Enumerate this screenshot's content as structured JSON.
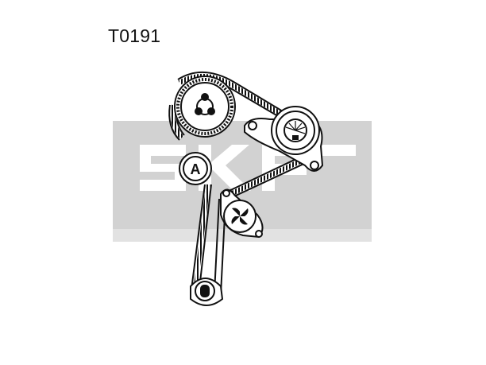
{
  "header": {
    "part_number": "T0191"
  },
  "logo": {
    "text": "SKF",
    "color": "#cfcfcf"
  },
  "diagram": {
    "components": [
      {
        "id": "camshaft-sprocket"
      },
      {
        "id": "belt-tensioner-roller"
      },
      {
        "id": "idler-pulley",
        "label": "A"
      },
      {
        "id": "water-pump-pulley"
      },
      {
        "id": "crankshaft-sprocket"
      }
    ],
    "line_color": "#111111"
  }
}
